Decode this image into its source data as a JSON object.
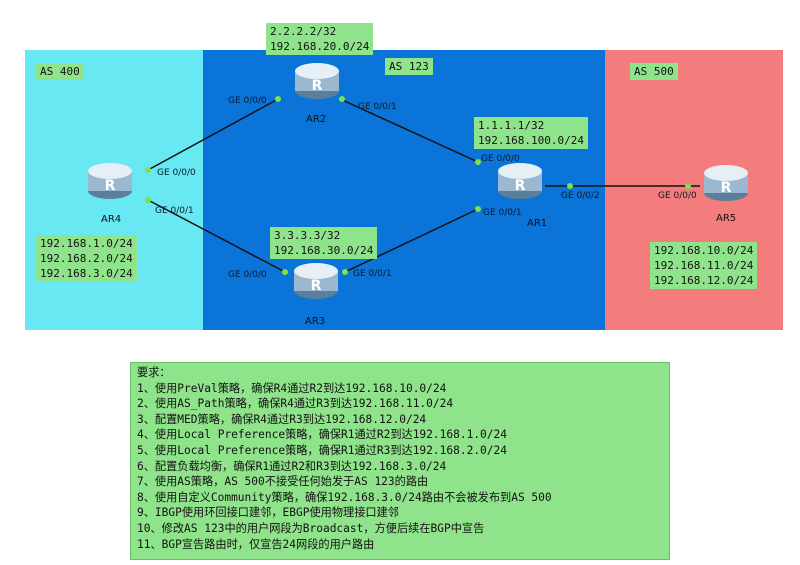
{
  "regions": {
    "as400": "AS 400",
    "as123": "AS 123",
    "as500": "AS 500"
  },
  "routers": {
    "ar1": "AR1",
    "ar2": "AR2",
    "ar3": "AR3",
    "ar4": "AR4",
    "ar5": "AR5"
  },
  "interfaces": {
    "ar2_left": "GE 0/0/0",
    "ar2_right": "GE 0/0/1",
    "ar4_top": "GE 0/0/0",
    "ar4_bottom": "GE 0/0/1",
    "ar1_top": "GE 0/0/0",
    "ar1_bottom": "GE 0/0/1",
    "ar1_right": "GE 0/0/2",
    "ar3_left": "GE 0/0/0",
    "ar3_right": "GE 0/0/1",
    "ar5_left": "GE 0/0/0"
  },
  "address_tags": {
    "ar2": [
      "2.2.2.2/32",
      "192.168.20.0/24"
    ],
    "ar1": [
      "1.1.1.1/32",
      "192.168.100.0/24"
    ],
    "ar3": [
      "3.3.3.3/32",
      "192.168.30.0/24"
    ],
    "ar4": [
      "192.168.1.0/24",
      "192.168.2.0/24",
      "192.168.3.0/24"
    ],
    "ar5": [
      "192.168.10.0/24",
      "192.168.11.0/24",
      "192.168.12.0/24"
    ]
  },
  "requirements": {
    "title": "要求：",
    "items": [
      "1、使用PreVal策略，确保R4通过R2到达192.168.10.0/24",
      "2、使用AS_Path策略，确保R4通过R3到达192.168.11.0/24",
      "3、配置MED策略，确保R4通过R3到达192.168.12.0/24",
      "4、使用Local Preference策略，确保R1通过R2到达192.168.1.0/24",
      "5、使用Local Preference策略，确保R1通过R3到达192.168.2.0/24",
      "6、配置负载均衡，确保R1通过R2和R3到达192.168.3.0/24",
      "7、使用AS策略，AS 500不接受任何始发于AS 123的路由",
      "8、使用自定义Community策略，确保192.168.3.0/24路由不会被发布到AS 500",
      "9、IBGP使用环回接口建邻，EBGP使用物理接口建邻",
      "10、修改AS 123中的用户网段为Broadcast，方便后续在BGP中宣告",
      "11、BGP宣告路由时，仅宣告24网段的用户路由"
    ]
  },
  "colors": {
    "as400": "#67e8f3",
    "as123": "#0a74d8",
    "as500": "#f47c7c",
    "label_box": "#8fe38a",
    "link": "#111111",
    "port_dot": "#7ee04a"
  }
}
